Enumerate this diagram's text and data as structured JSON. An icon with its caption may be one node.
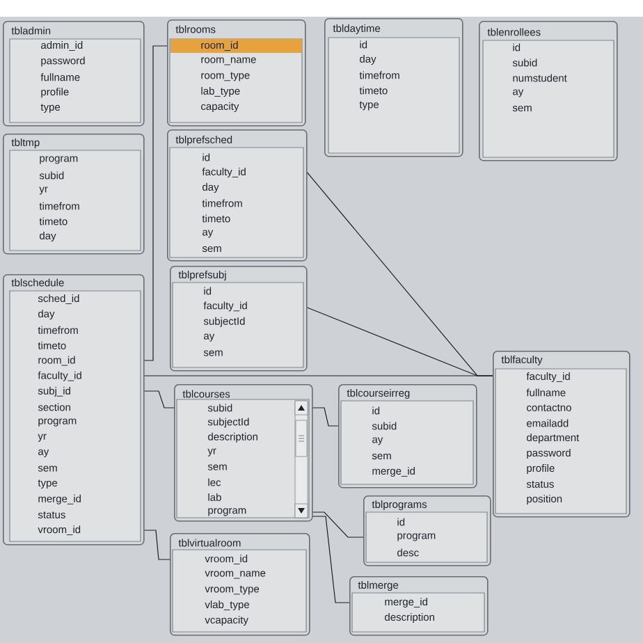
{
  "diagram": {
    "nodes": [
      {
        "text": [
          "tbladmin",
          "admin_id",
          "password",
          "fullname",
          "profile",
          "type"
        ]
      },
      {
        "text": [
          "tblrooms",
          "room_id",
          "room_name",
          "room_type",
          "lab_type",
          "capacity"
        ]
      },
      {
        "text": [
          "tbldaytime",
          "id",
          "day",
          "timefrom",
          "timeto",
          "type"
        ]
      },
      {
        "text": [
          "tblenrollees",
          "id",
          "subid",
          "numstudent",
          "ay",
          "sem"
        ]
      },
      {
        "text": [
          "tbltmp",
          "program",
          "subid",
          "yr",
          "timefrom",
          "timeto",
          "day"
        ]
      },
      {
        "text": [
          "tblprefsched",
          "id",
          "faculty_id",
          "day",
          "timefrom",
          "timeto",
          "ay",
          "sem"
        ]
      },
      {
        "text": [
          "tblprefsubj",
          "id",
          "faculty_id",
          "subjectId",
          "ay",
          "sem"
        ]
      },
      {
        "text": [
          "tblschedule",
          "sched_id",
          "day",
          "timefrom",
          "timeto",
          "room_id",
          "faculty_id",
          "subj_id",
          "section",
          "program",
          "yr",
          "ay",
          "sem",
          "type",
          "merge_id",
          "status",
          "vroom_id"
        ]
      },
      {
        "text": [
          "tblfaculty",
          "faculty_id",
          "fullname",
          "contactno",
          "emailadd",
          "department",
          "password",
          "profile",
          "status",
          "position"
        ]
      },
      {
        "text": [
          "tblcourses",
          "subid",
          "subjectId",
          "description",
          "yr",
          "sem",
          "lec",
          "lab",
          "program"
        ]
      },
      {
        "text": [
          "tblcourseirreg",
          "id",
          "subid",
          "ay",
          "sem",
          "merge_id"
        ]
      },
      {
        "text": [
          "tblprograms",
          "id",
          "program",
          "desc"
        ]
      },
      {
        "text": [
          "tblvirtualroom",
          "vroom_id",
          "vroom_name",
          "vroom_type",
          "vlab_type",
          "vcapacity"
        ]
      },
      {
        "text": [
          "tblmerge",
          "merge_id",
          "description"
        ]
      }
    ],
    "edges": [
      {
        "from": 7,
        "to": 1,
        "arrow": "none"
      },
      {
        "from": 5,
        "to": 8,
        "arrow": "none"
      },
      {
        "from": 6,
        "to": 8,
        "arrow": "none"
      },
      {
        "from": 7,
        "to": 8,
        "arrow": "none"
      },
      {
        "from": 7,
        "to": 9,
        "arrow": "none"
      },
      {
        "from": 9,
        "to": 10,
        "arrow": "none"
      },
      {
        "from": 9,
        "to": 11,
        "arrow": "none"
      },
      {
        "from": 9,
        "to": 13,
        "arrow": "none"
      },
      {
        "from": 7,
        "to": 12,
        "arrow": "none"
      }
    ]
  }
}
